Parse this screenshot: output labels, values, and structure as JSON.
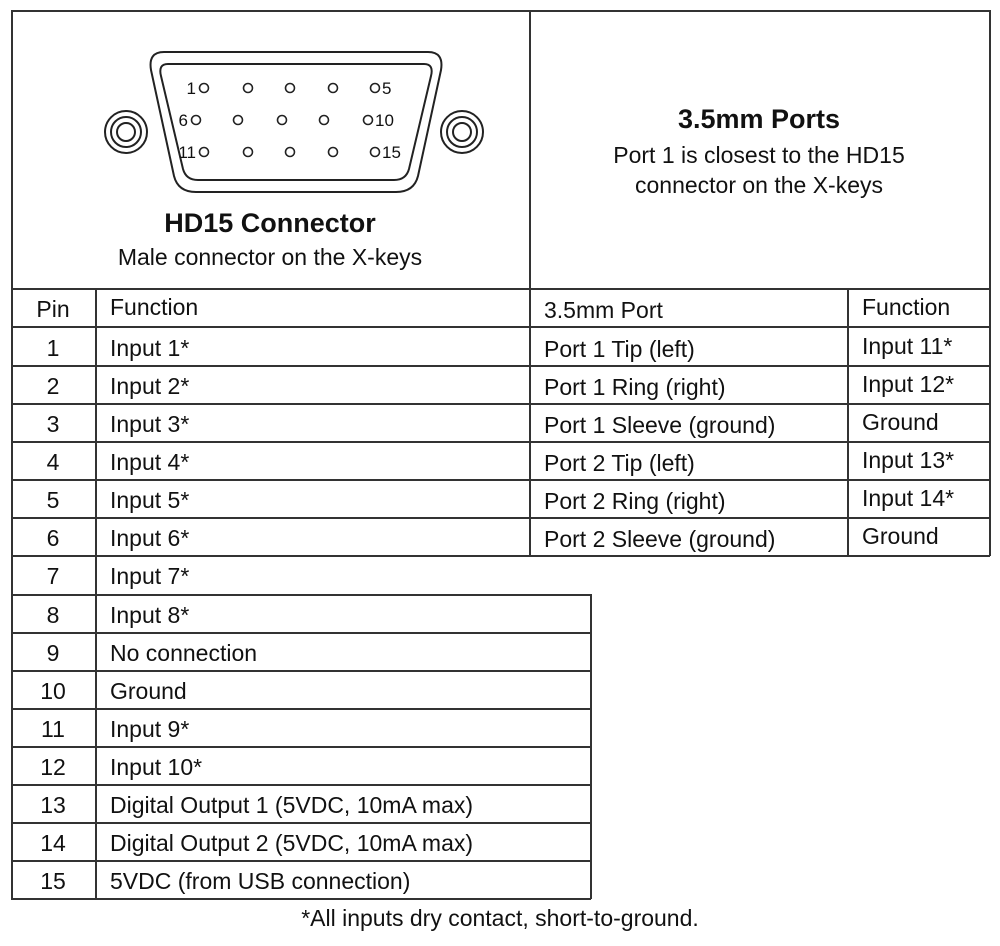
{
  "hd15": {
    "title": "HD15 Connector",
    "subtitle": "Male connector on the X-keys",
    "pin_labels": {
      "p1": "1",
      "p5": "5",
      "p6": "6",
      "p10": "10",
      "p11": "11",
      "p15": "15"
    }
  },
  "ports": {
    "title": "3.5mm Ports",
    "subtitle": "Port 1 is closest to the HD15 connector on the X-keys"
  },
  "pin_table": {
    "headers": {
      "pin": "Pin",
      "function": "Function"
    },
    "rows": [
      {
        "pin": "1",
        "function": "Input 1*"
      },
      {
        "pin": "2",
        "function": "Input 2*"
      },
      {
        "pin": "3",
        "function": "Input 3*"
      },
      {
        "pin": "4",
        "function": "Input 4*"
      },
      {
        "pin": "5",
        "function": "Input 5*"
      },
      {
        "pin": "6",
        "function": "Input 6*"
      },
      {
        "pin": "7",
        "function": "Input 7*"
      },
      {
        "pin": "8",
        "function": "Input 8*"
      },
      {
        "pin": "9",
        "function": "No connection"
      },
      {
        "pin": "10",
        "function": "Ground"
      },
      {
        "pin": "11",
        "function": "Input 9*"
      },
      {
        "pin": "12",
        "function": "Input 10*"
      },
      {
        "pin": "13",
        "function": "Digital Output 1 (5VDC,  10mA max)"
      },
      {
        "pin": "14",
        "function": "Digital Output 2 (5VDC,  10mA max)"
      },
      {
        "pin": "15",
        "function": "5VDC (from USB connection)"
      }
    ]
  },
  "port_table": {
    "headers": {
      "port": "3.5mm Port",
      "function": "Function"
    },
    "rows": [
      {
        "port": "Port 1 Tip (left)",
        "function": "Input 11*"
      },
      {
        "port": "Port 1 Ring (right)",
        "function": "Input 12*"
      },
      {
        "port": "Port 1 Sleeve (ground)",
        "function": "Ground"
      },
      {
        "port": "Port 2 Tip (left)",
        "function": "Input 13*"
      },
      {
        "port": "Port 2 Ring (right)",
        "function": "Input 14*"
      },
      {
        "port": "Port 2 Sleeve (ground)",
        "function": "Ground"
      }
    ]
  },
  "footnote": "*All inputs dry contact, short-to-ground."
}
